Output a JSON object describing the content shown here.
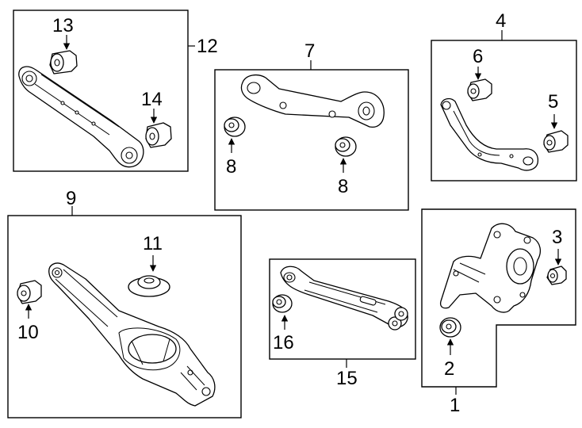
{
  "callouts": {
    "c1": "1",
    "c2": "2",
    "c3": "3",
    "c4": "4",
    "c5": "5",
    "c6": "6",
    "c7": "7",
    "c8a": "8",
    "c8b": "8",
    "c9": "9",
    "c10": "10",
    "c11": "11",
    "c12": "12",
    "c13": "13",
    "c14": "14",
    "c15": "15",
    "c16": "16"
  },
  "colors": {
    "line": "#000000",
    "background": "#ffffff"
  }
}
